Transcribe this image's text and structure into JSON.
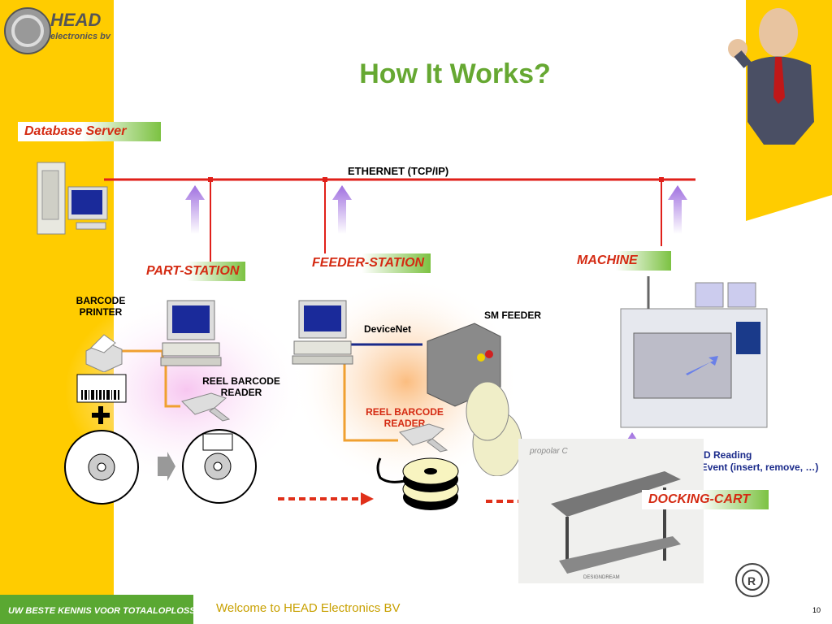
{
  "title": "How It Works?",
  "logo": {
    "line1": "HEAD",
    "line2": "electronics bv"
  },
  "ethernet_label": "ETHERNET (TCP/IP)",
  "tags": {
    "database_server": "Database Server",
    "part_station": "PART-STATION",
    "feeder_station": "FEEDER-STATION",
    "machine": "MACHINE",
    "docking_cart": "DOCKING-CART"
  },
  "labels": {
    "barcode_printer": "BARCODE PRINTER",
    "reel_barcode_reader_1": "REEL BARCODE READER",
    "reel_barcode_reader_2": "REEL BARCODE READER",
    "devicenet": "DeviceNet",
    "sm_feeder": "SM FEEDER",
    "feeder_id_reading": "Feeder ID Reading",
    "feeder_event": "Feeder Event (insert, remove, …)",
    "cart_brand": "propolar C",
    "cart_designer": "DESIGNDREAM"
  },
  "footer": {
    "slogan": "UW BESTE KENNIS VOOR TOTAALOPLOSSINGEN!",
    "welcome": "Welcome to HEAD Electronics BV",
    "page_number": "10"
  },
  "colors": {
    "accent_green": "#66a832",
    "tag_red": "#d42a12",
    "band_yellow": "#ffcc00",
    "ethernet_red": "#e0201a",
    "arrow_purple": "#a070e0"
  }
}
